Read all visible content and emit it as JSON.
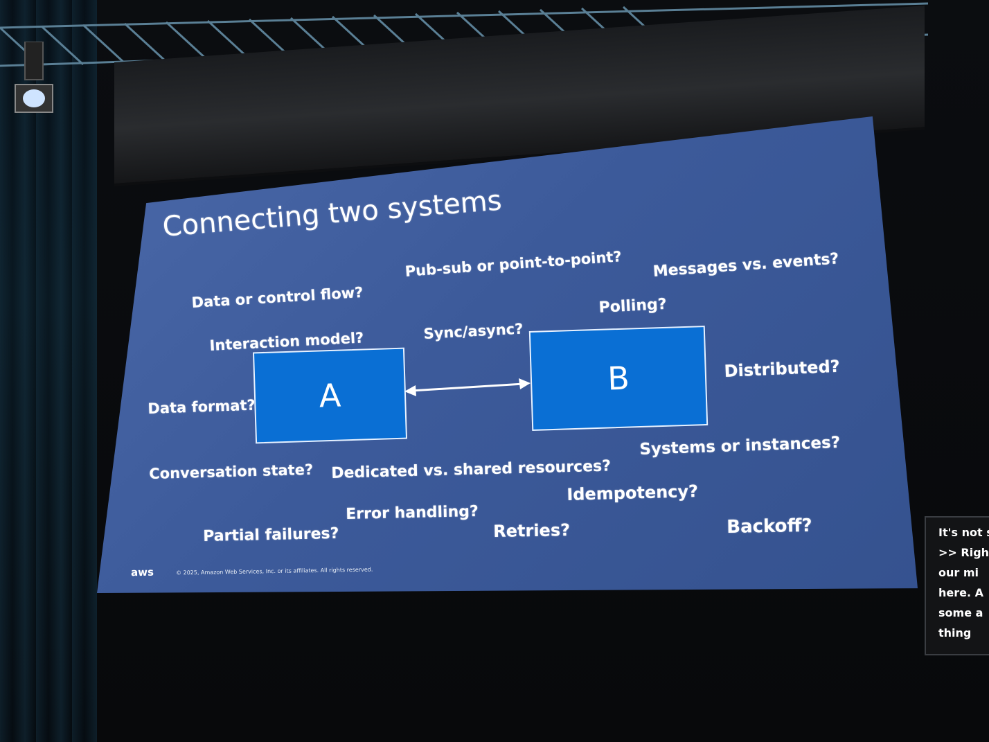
{
  "slide": {
    "title": "Connecting two systems",
    "box_a": "A",
    "box_b": "B",
    "questions": {
      "pubsub": "Pub-sub or point-to-point?",
      "messages": "Messages vs. events?",
      "dataflow": "Data or control flow?",
      "polling": "Polling?",
      "interaction": "Interaction model?",
      "sync": "Sync/async?",
      "distributed": "Distributed?",
      "dataformat": "Data format?",
      "systems": "Systems or instances?",
      "conversation": "Conversation state?",
      "dedicated": "Dedicated vs. shared resources?",
      "idempotency": "Idempotency?",
      "errors": "Error handling?",
      "partial": "Partial failures?",
      "retries": "Retries?",
      "backoff": "Backoff?"
    },
    "footer": {
      "logo": "aws",
      "copyright": "© 2025, Amazon Web Services, Inc. or its affiliates. All rights reserved."
    },
    "colors": {
      "slide_bg": "#3f5d9c",
      "box_fill": "#0a6fd4"
    }
  },
  "caption": {
    "lines": [
      "It's not s",
      ">> Righ",
      "our mi",
      "here. A",
      "some a",
      "thing"
    ]
  }
}
